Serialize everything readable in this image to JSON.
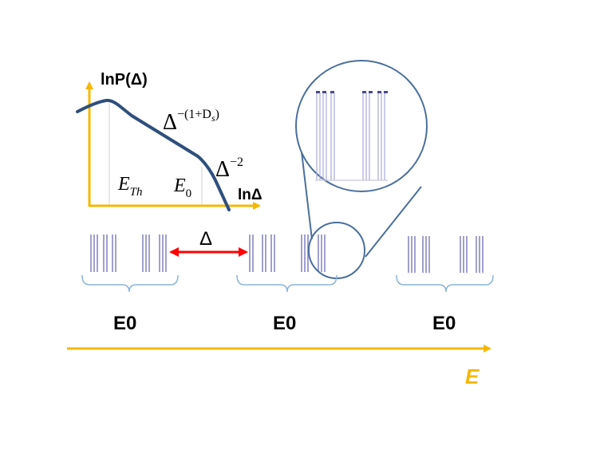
{
  "inset_plot": {
    "y_axis_label": "lnP(Δ)",
    "x_axis_label": "lnΔ",
    "marker_left": "E",
    "marker_left_sub": "Th",
    "marker_right": "E",
    "marker_right_sub": "0",
    "curve_label_upper_base": "Δ",
    "curve_label_upper_exp": "−(1+D",
    "curve_label_upper_exp_sub": "s",
    "curve_label_upper_exp_close": ")",
    "curve_label_lower_base": "Δ",
    "curve_label_lower_exp": "−2"
  },
  "spectrum": {
    "gap_label": "Δ",
    "group_labels": [
      "E0",
      "E0",
      "E0"
    ],
    "energy_axis_label": "E"
  },
  "colors": {
    "axis": "#f5b800",
    "curve": "#2e4f7c",
    "magnifier": "#4a6f9c",
    "gap_arrow": "#ff0000",
    "lines": "#8080c0",
    "brace": "#8ab4d6",
    "energy_label": "#f5b800"
  }
}
